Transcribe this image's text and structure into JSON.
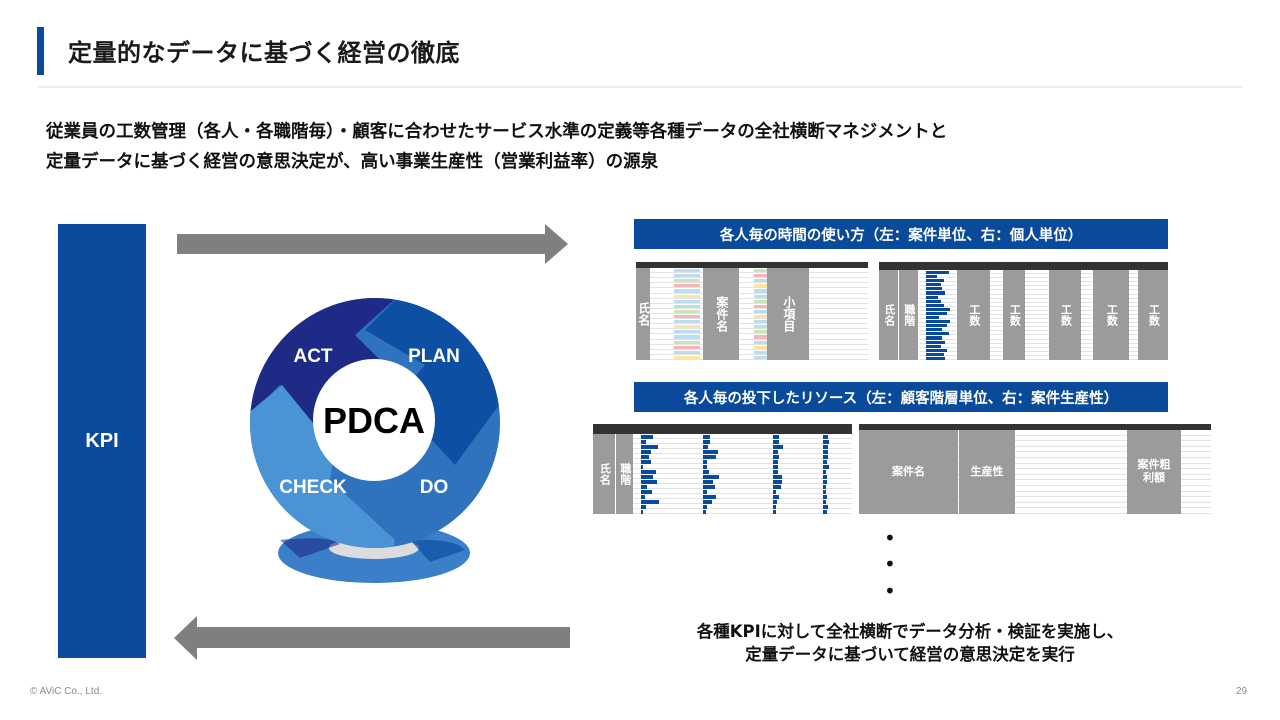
{
  "header": {
    "title": "定量的なデータに基づく経営の徹底"
  },
  "lead": {
    "line1": "従業員の工数管理（各人・各職階毎）・顧客に合わせたサービス水準の定義等各種データの全社横断マネジメントと",
    "line2": "定量データに基づく経営の意思決定が、高い事業生産性（営業利益率）の源泉"
  },
  "kpi": {
    "label": "KPI"
  },
  "pdca": {
    "center": "PDCA",
    "segments": {
      "act": "ACT",
      "plan": "PLAN",
      "do": "DO",
      "check": "CHECK"
    },
    "colors": {
      "act": "#1e2a86",
      "plan": "#0d4fa3",
      "do": "#2f72bd",
      "check": "#4a93d4"
    }
  },
  "panel1": {
    "heading": "各人毎の時間の使い方（左：案件単位、右：個人単位）",
    "left_labels": [
      "氏名",
      "案件名",
      "小項目"
    ],
    "right_labels": [
      "氏名",
      "職階",
      "工数",
      "工数",
      "工数",
      "工数",
      "工数"
    ]
  },
  "panel2": {
    "heading": "各人毎の投下したリソース（左：顧客階層単位、右：案件生産性）",
    "left_labels": [
      "氏名",
      "職階"
    ],
    "right_labels": [
      "案件名",
      "生産性",
      "案件粗利額"
    ]
  },
  "ellipsis": [
    "•",
    "•",
    "•"
  ],
  "conclusion": {
    "line1": "各種KPIに対して全社横断でデータ分析・検証を実施し、",
    "line2": "定量データに基づいて経営の意思決定を実行"
  },
  "footer": {
    "copyright": "© AViC Co., Ltd.",
    "page": "29"
  },
  "colors": {
    "brand": "#0a4a9a",
    "arrow": "#7f7f7f",
    "sheet_gray": "#9b9b9b"
  }
}
